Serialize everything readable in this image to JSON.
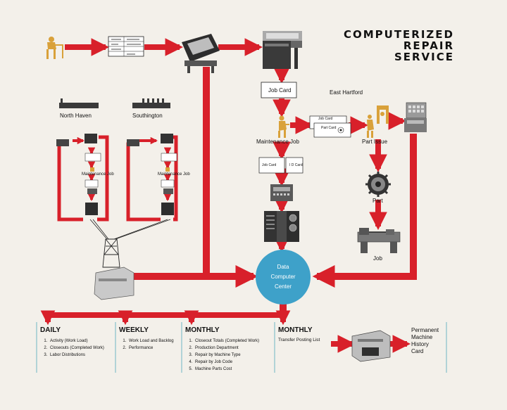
{
  "title": [
    "COMPUTERIZED",
    "REPAIR",
    "SERVICE"
  ],
  "labels": {
    "north_haven": "North Haven",
    "southington": "Southington",
    "east_hartford": "East Hartford",
    "job_card": "Job Card",
    "maintenance_job": "Maintenance Job",
    "maintenance_job_small": "Maintenance Job",
    "part_issue": "Part Issue",
    "part": "Part",
    "job": "Job",
    "card_job_card": "Job Card",
    "card_part_card": "Part Card",
    "card_job_card_2": "Job Card",
    "card_id_card": "I D Card"
  },
  "data_center": [
    "Data",
    "Computer",
    "Center"
  ],
  "reports": {
    "daily": {
      "heading": "DAILY",
      "items": [
        "Activity (Work Load)",
        "Closeouts (Completed Work)",
        "Labor Distributions"
      ]
    },
    "weekly": {
      "heading": "WEEKLY",
      "items": [
        "Work Load and Backlog",
        "Performance"
      ]
    },
    "monthly": {
      "heading": "MONTHLY",
      "items": [
        "Closeout Totals (Completed Work)",
        "Production Department",
        "Repair by Machine Type",
        "Repair by Job Code",
        "Machine Parts Cost"
      ]
    },
    "monthly2": {
      "heading": "MONTHLY",
      "text": "Transfer Posting List"
    }
  },
  "permanent_record": [
    "Permanent",
    "Machine",
    "History",
    "Card"
  ],
  "colors": {
    "arrow": "#d8202a",
    "center": "#3ea1c9",
    "figure": "#d9a13a",
    "divider": "#6fb6c4",
    "machine": "#3a3a3a"
  },
  "icons": [
    "person-at-desk-icon",
    "work-order-form-icon",
    "keypunch-machine-icon",
    "card-reader-terminal-icon",
    "radio-tower-icon",
    "transmission-terminal-icon",
    "factory-building-icon",
    "gear-part-icon",
    "lathe-machine-icon",
    "tape-drive-computer-icon",
    "card-punch-unit-icon"
  ]
}
